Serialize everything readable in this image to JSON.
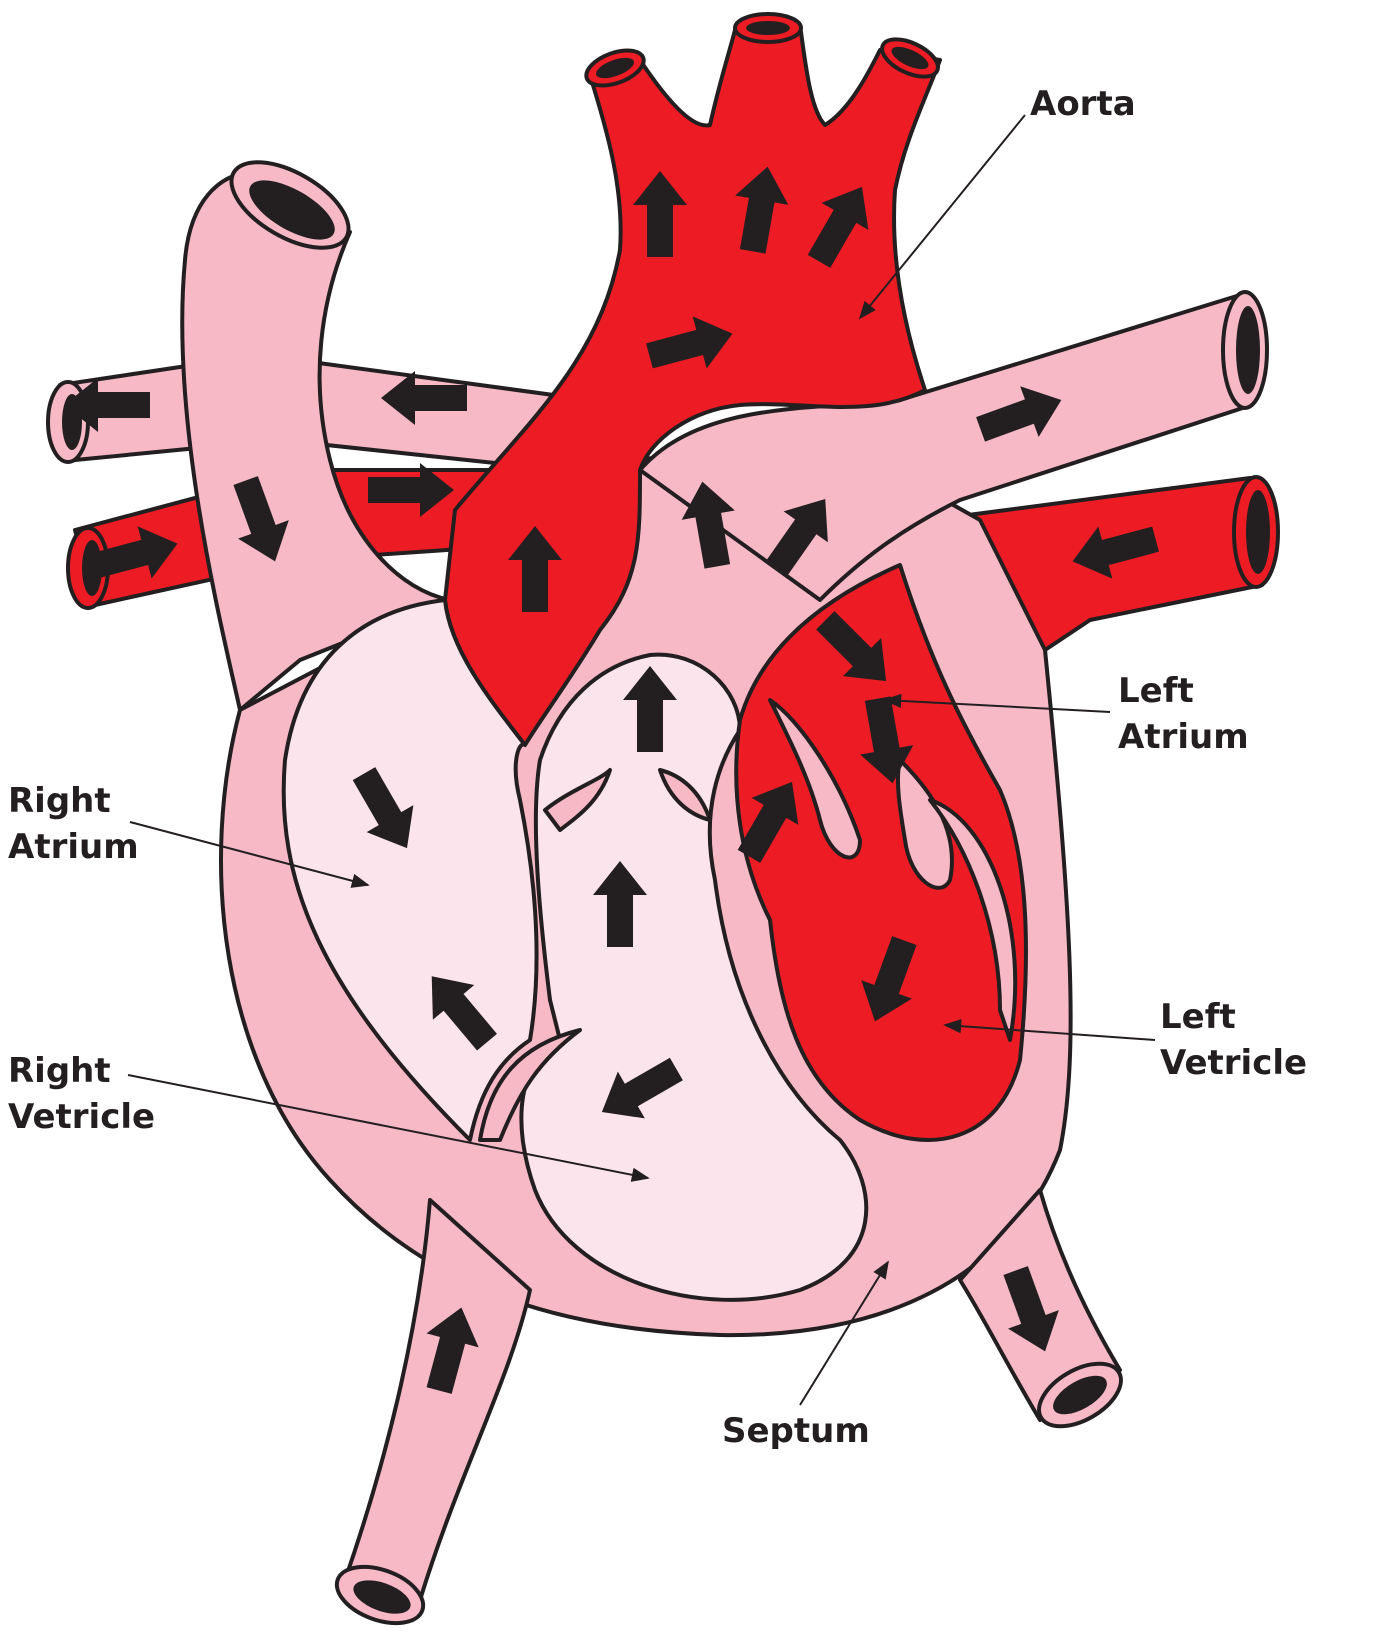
{
  "labels": {
    "aorta": "Aorta",
    "left_atrium": [
      "Left",
      "Atrium"
    ],
    "right_atrium": [
      "Right",
      "Atrium"
    ],
    "left_vetricle": [
      "Left",
      "Vetricle"
    ],
    "right_vetricle": [
      "Right",
      "Vetricle"
    ],
    "septum": "Septum"
  },
  "colors": {
    "oxygenated": "#ed1c24",
    "deoxygenated_wall": "#f7b9c6",
    "chamber_light": "#fce4ec",
    "outline": "#231f20",
    "flow_arrow": "#231f20"
  },
  "icons": {
    "flow_arrow": "blood-flow-arrow-icon",
    "leader_arrow": "leader-arrowhead-icon"
  }
}
